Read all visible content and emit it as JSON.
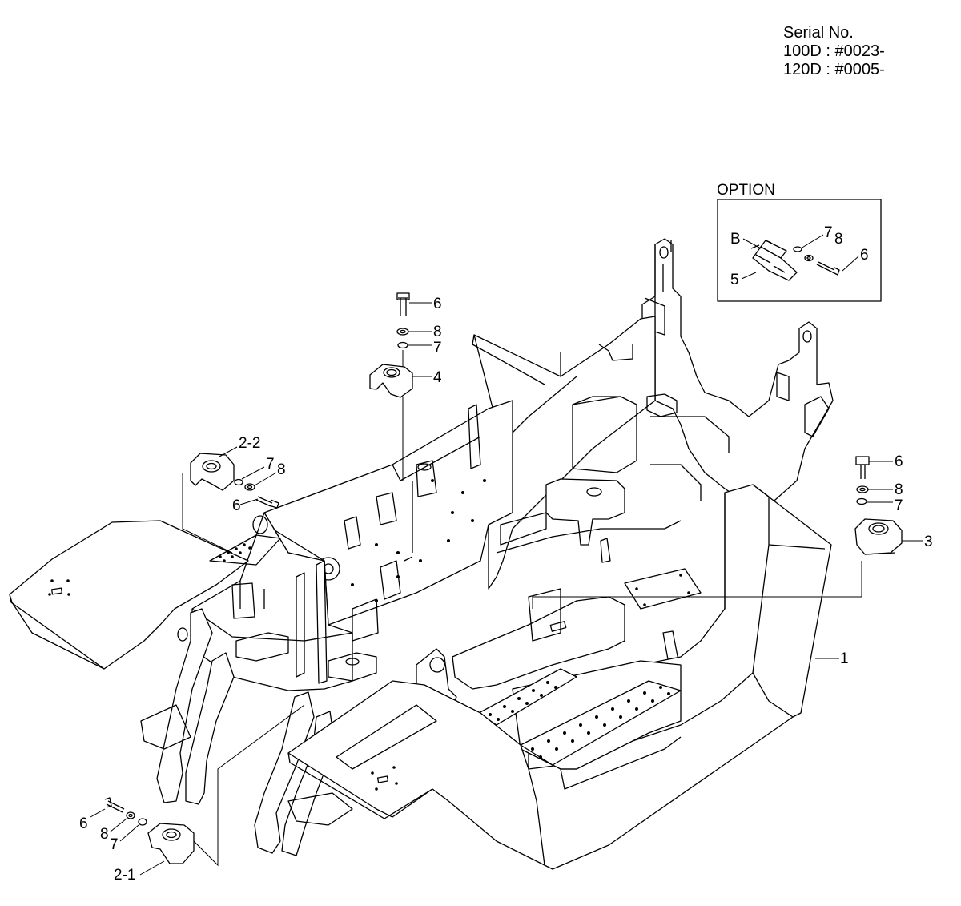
{
  "serial": {
    "heading": "Serial No.",
    "line1": "100D : #0023-",
    "line2": "120D : #0005-"
  },
  "option_box": {
    "title": "OPTION",
    "labels": {
      "b": "B",
      "p5": "5",
      "p6": "6",
      "p7": "7",
      "p8": "8"
    }
  },
  "callouts": {
    "p1": "1",
    "p2_1": "2-1",
    "p2_2": "2-2",
    "p3": "3",
    "p4": "4",
    "p6": "6",
    "p7": "7",
    "p8": "8"
  }
}
